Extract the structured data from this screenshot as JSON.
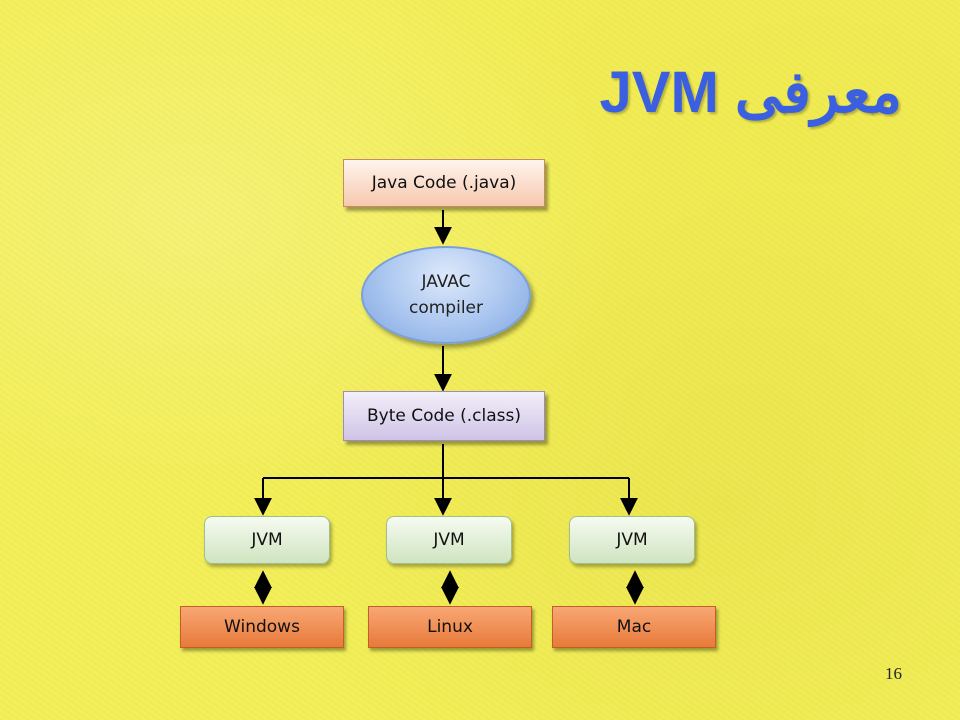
{
  "slide": {
    "title": "معرفی JVM",
    "page_number": "16"
  },
  "diagram": {
    "source_label": "Java Code (.java)",
    "compiler_line1": "JAVAC",
    "compiler_line2": "compiler",
    "bytecode_label": "Byte Code (.class)",
    "jvm_nodes": [
      "JVM",
      "JVM",
      "JVM"
    ],
    "platforms": [
      "Windows",
      "Linux",
      "Mac"
    ]
  },
  "colors": {
    "background": "#f2ee58",
    "title": "#3a5fe0",
    "source_box": "#f6c9ae",
    "compiler": "#a9c5ef",
    "bytecode_box": "#cfc3e6",
    "jvm_box": "#cfe4c0",
    "platform_box": "#e87a3a"
  }
}
